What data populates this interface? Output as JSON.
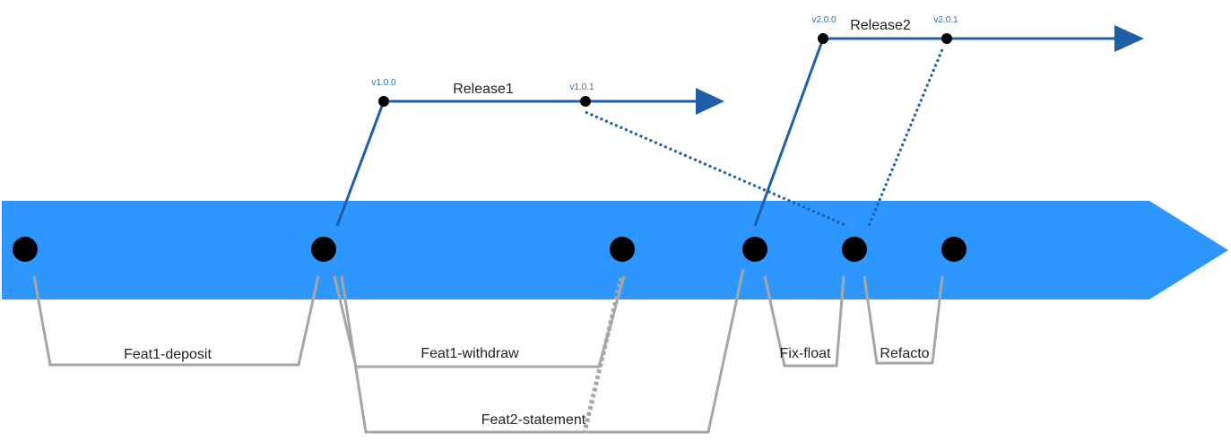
{
  "colors": {
    "mainline": "#2e96ff",
    "release_line": "#1f5fa8",
    "branch_line": "#a6a6a6",
    "commit": "#000000",
    "tag_text": "#2a6cb0"
  },
  "branches": [
    {
      "id": "feat1-deposit",
      "label": "Feat1-deposit"
    },
    {
      "id": "feat1-withdraw",
      "label": "Feat1-withdraw"
    },
    {
      "id": "feat2-statement",
      "label": "Feat2-statement"
    },
    {
      "id": "fix-float",
      "label": "Fix-float"
    },
    {
      "id": "refacto",
      "label": "Refacto"
    }
  ],
  "releases": [
    {
      "id": "release1",
      "label": "Release1",
      "tags": [
        "v1.0.0",
        "v1.0.1"
      ]
    },
    {
      "id": "release2",
      "label": "Release2",
      "tags": [
        "v2.0.0",
        "v2.0.1"
      ]
    }
  ]
}
